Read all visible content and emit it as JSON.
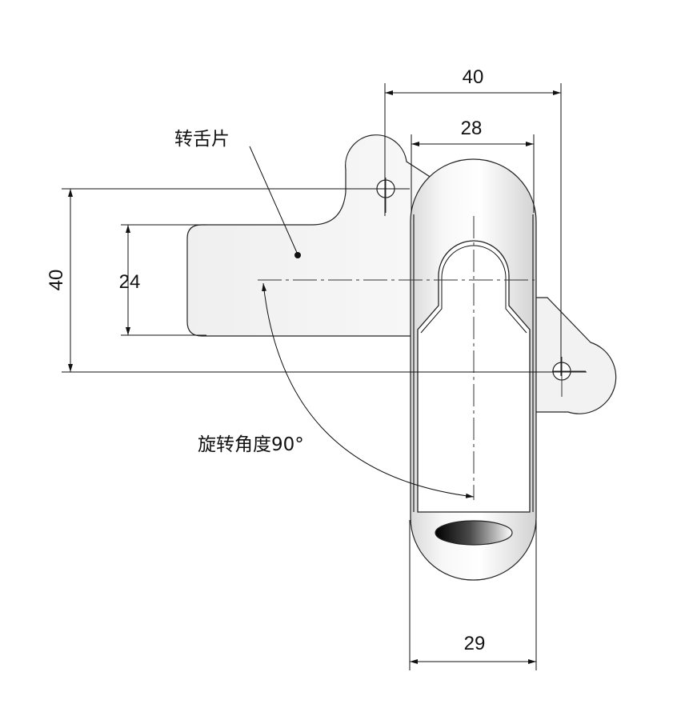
{
  "dimensions": {
    "top_width": "40",
    "inner_width": "28",
    "left_height": "40",
    "tongue_width": "24",
    "bottom_width": "29"
  },
  "labels": {
    "tongue": "转舌片",
    "rotation": "旋转角度90°"
  },
  "colors": {
    "line": "#111111",
    "part_fill": "#f4f4f4",
    "handle_light": "#ffffff",
    "handle_dark": "#d6d6d6"
  }
}
